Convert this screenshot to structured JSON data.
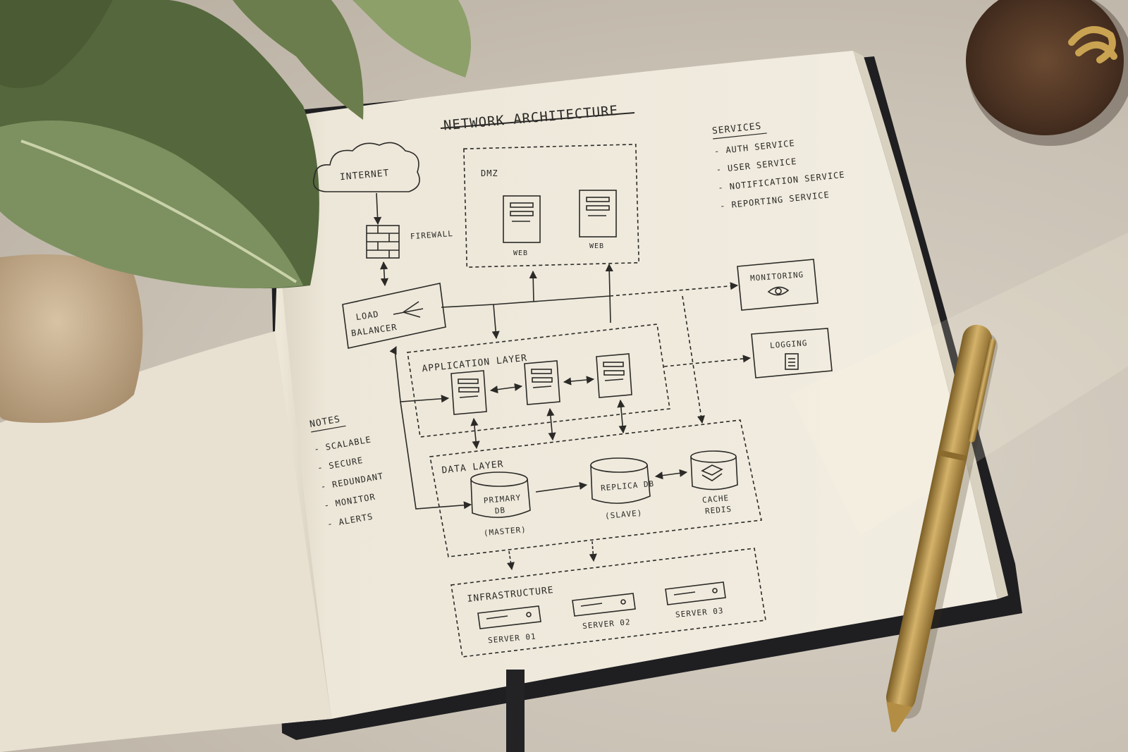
{
  "diagram": {
    "title": "NETWORK ARCHITECTURE",
    "services": {
      "heading": "SERVICES",
      "items": [
        "- AUTH SERVICE",
        "- USER SERVICE",
        "- NOTIFICATION SERVICE",
        "- REPORTING SERVICE"
      ]
    },
    "internet": "INTERNET",
    "firewall": "FIREWALL",
    "load_balancer": [
      "LOAD",
      "BALANCER"
    ],
    "dmz": {
      "label": "DMZ",
      "servers": [
        "WEB",
        "WEB"
      ]
    },
    "monitoring": "MONITORING",
    "logging": "LOGGING",
    "application_layer": "APPLICATION LAYER",
    "data_layer": {
      "label": "DATA LAYER",
      "primary": [
        "PRIMARY",
        "DB"
      ],
      "primary_role": "(MASTER)",
      "replica": "REPLICA DB",
      "replica_role": "(SLAVE)",
      "cache": [
        "CACHE",
        "REDIS"
      ]
    },
    "infrastructure": {
      "label": "INFRASTRUCTURE",
      "servers": [
        "SERVER 01",
        "SERVER 02",
        "SERVER 03"
      ]
    },
    "notes": {
      "heading": "NOTES",
      "items": [
        "- SCALABLE",
        "- SECURE",
        "- REDUNDANT",
        "- MONITOR",
        "- ALERTS"
      ]
    }
  },
  "colors": {
    "ink": "#2b2a27",
    "paper": "#efe9db",
    "cover": "#1f1f22",
    "pen": "#b08a3e",
    "leaf": "#6d7f4f"
  },
  "icons": [
    "cloud-icon",
    "firewall-icon",
    "load-balancer-icon",
    "server-icon",
    "eye-icon",
    "log-icon",
    "database-icon",
    "cache-icon",
    "rack-server-icon",
    "pen-icon",
    "plant-icon",
    "coaster-icon"
  ]
}
